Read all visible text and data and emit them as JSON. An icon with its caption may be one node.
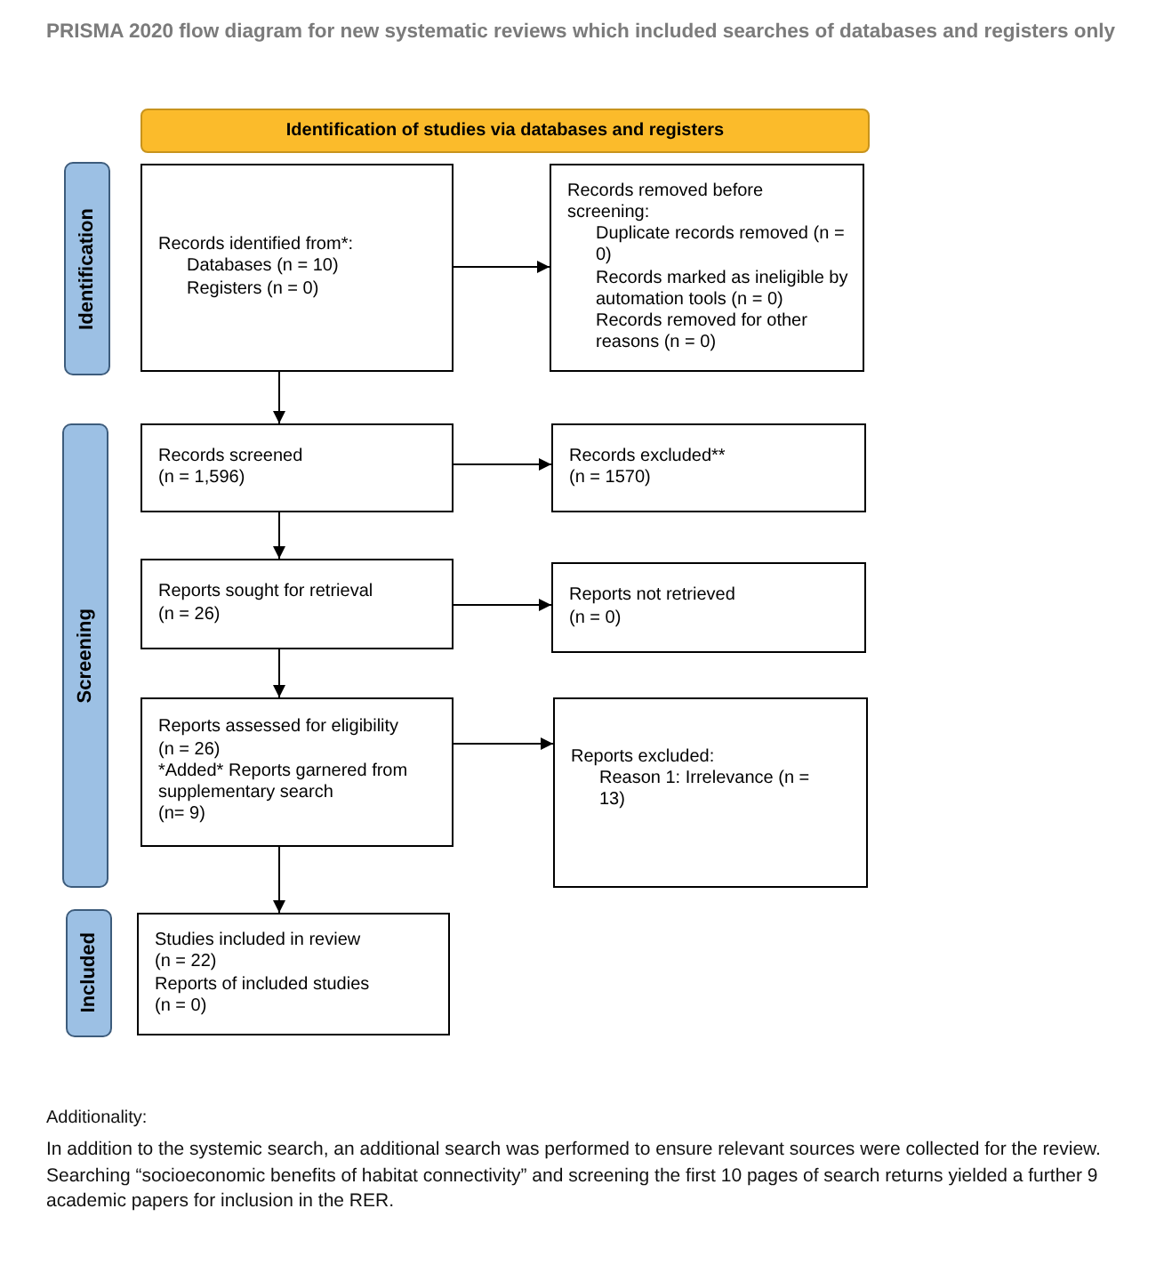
{
  "diagram": {
    "title": "PRISMA 2020 flow diagram for new systematic reviews which included searches of databases and registers only",
    "nodes": [
      {
        "text": [
          "Identification of studies via databases and registers"
        ]
      },
      {
        "text": [
          "Identification"
        ]
      },
      {
        "text": [
          "Records identified from*:",
          "Databases (n = 10)",
          "Registers (n = 0)"
        ]
      },
      {
        "text": [
          "Records removed before screening:",
          "Duplicate records removed (n = 0)",
          "Records marked as ineligible by automation tools (n = 0)",
          "Records removed for other reasons (n = 0)"
        ]
      },
      {
        "text": [
          "Screening"
        ]
      },
      {
        "text": [
          "Records screened",
          "(n = 1,596)"
        ]
      },
      {
        "text": [
          "Records excluded**",
          "(n = 1570)"
        ]
      },
      {
        "text": [
          "Reports sought for retrieval",
          "(n = 26)"
        ]
      },
      {
        "text": [
          "Reports not retrieved",
          "(n = 0)"
        ]
      },
      {
        "text": [
          "Reports assessed for eligibility",
          "(n = 26)",
          "*Added* Reports garnered from supplementary search",
          "(n= 9)"
        ]
      },
      {
        "text": [
          "Reports excluded:",
          "Reason 1: Irrelevance (n = 13)"
        ]
      },
      {
        "text": [
          "Included"
        ]
      },
      {
        "text": [
          "Studies included in review",
          "(n = 22)",
          "Reports of included studies",
          "(n = 0)"
        ]
      }
    ],
    "edges": [
      {
        "from": 2,
        "to": 3,
        "arrow": "to"
      },
      {
        "from": 2,
        "to": 5,
        "arrow": "to"
      },
      {
        "from": 5,
        "to": 6,
        "arrow": "to"
      },
      {
        "from": 5,
        "to": 7,
        "arrow": "to"
      },
      {
        "from": 7,
        "to": 8,
        "arrow": "to"
      },
      {
        "from": 7,
        "to": 9,
        "arrow": "to"
      },
      {
        "from": 9,
        "to": 10,
        "arrow": "to"
      },
      {
        "from": 9,
        "to": 12,
        "arrow": "to"
      }
    ],
    "labels": [
      "Additionality:",
      "In addition to the systemic search, an additional search was performed to ensure relevant sources were collected for the review. Searching “socioeconomic benefits of habitat connectivity” and screening the first 10 pages of search returns yielded a further 9 academic papers for inclusion in the RER."
    ]
  }
}
